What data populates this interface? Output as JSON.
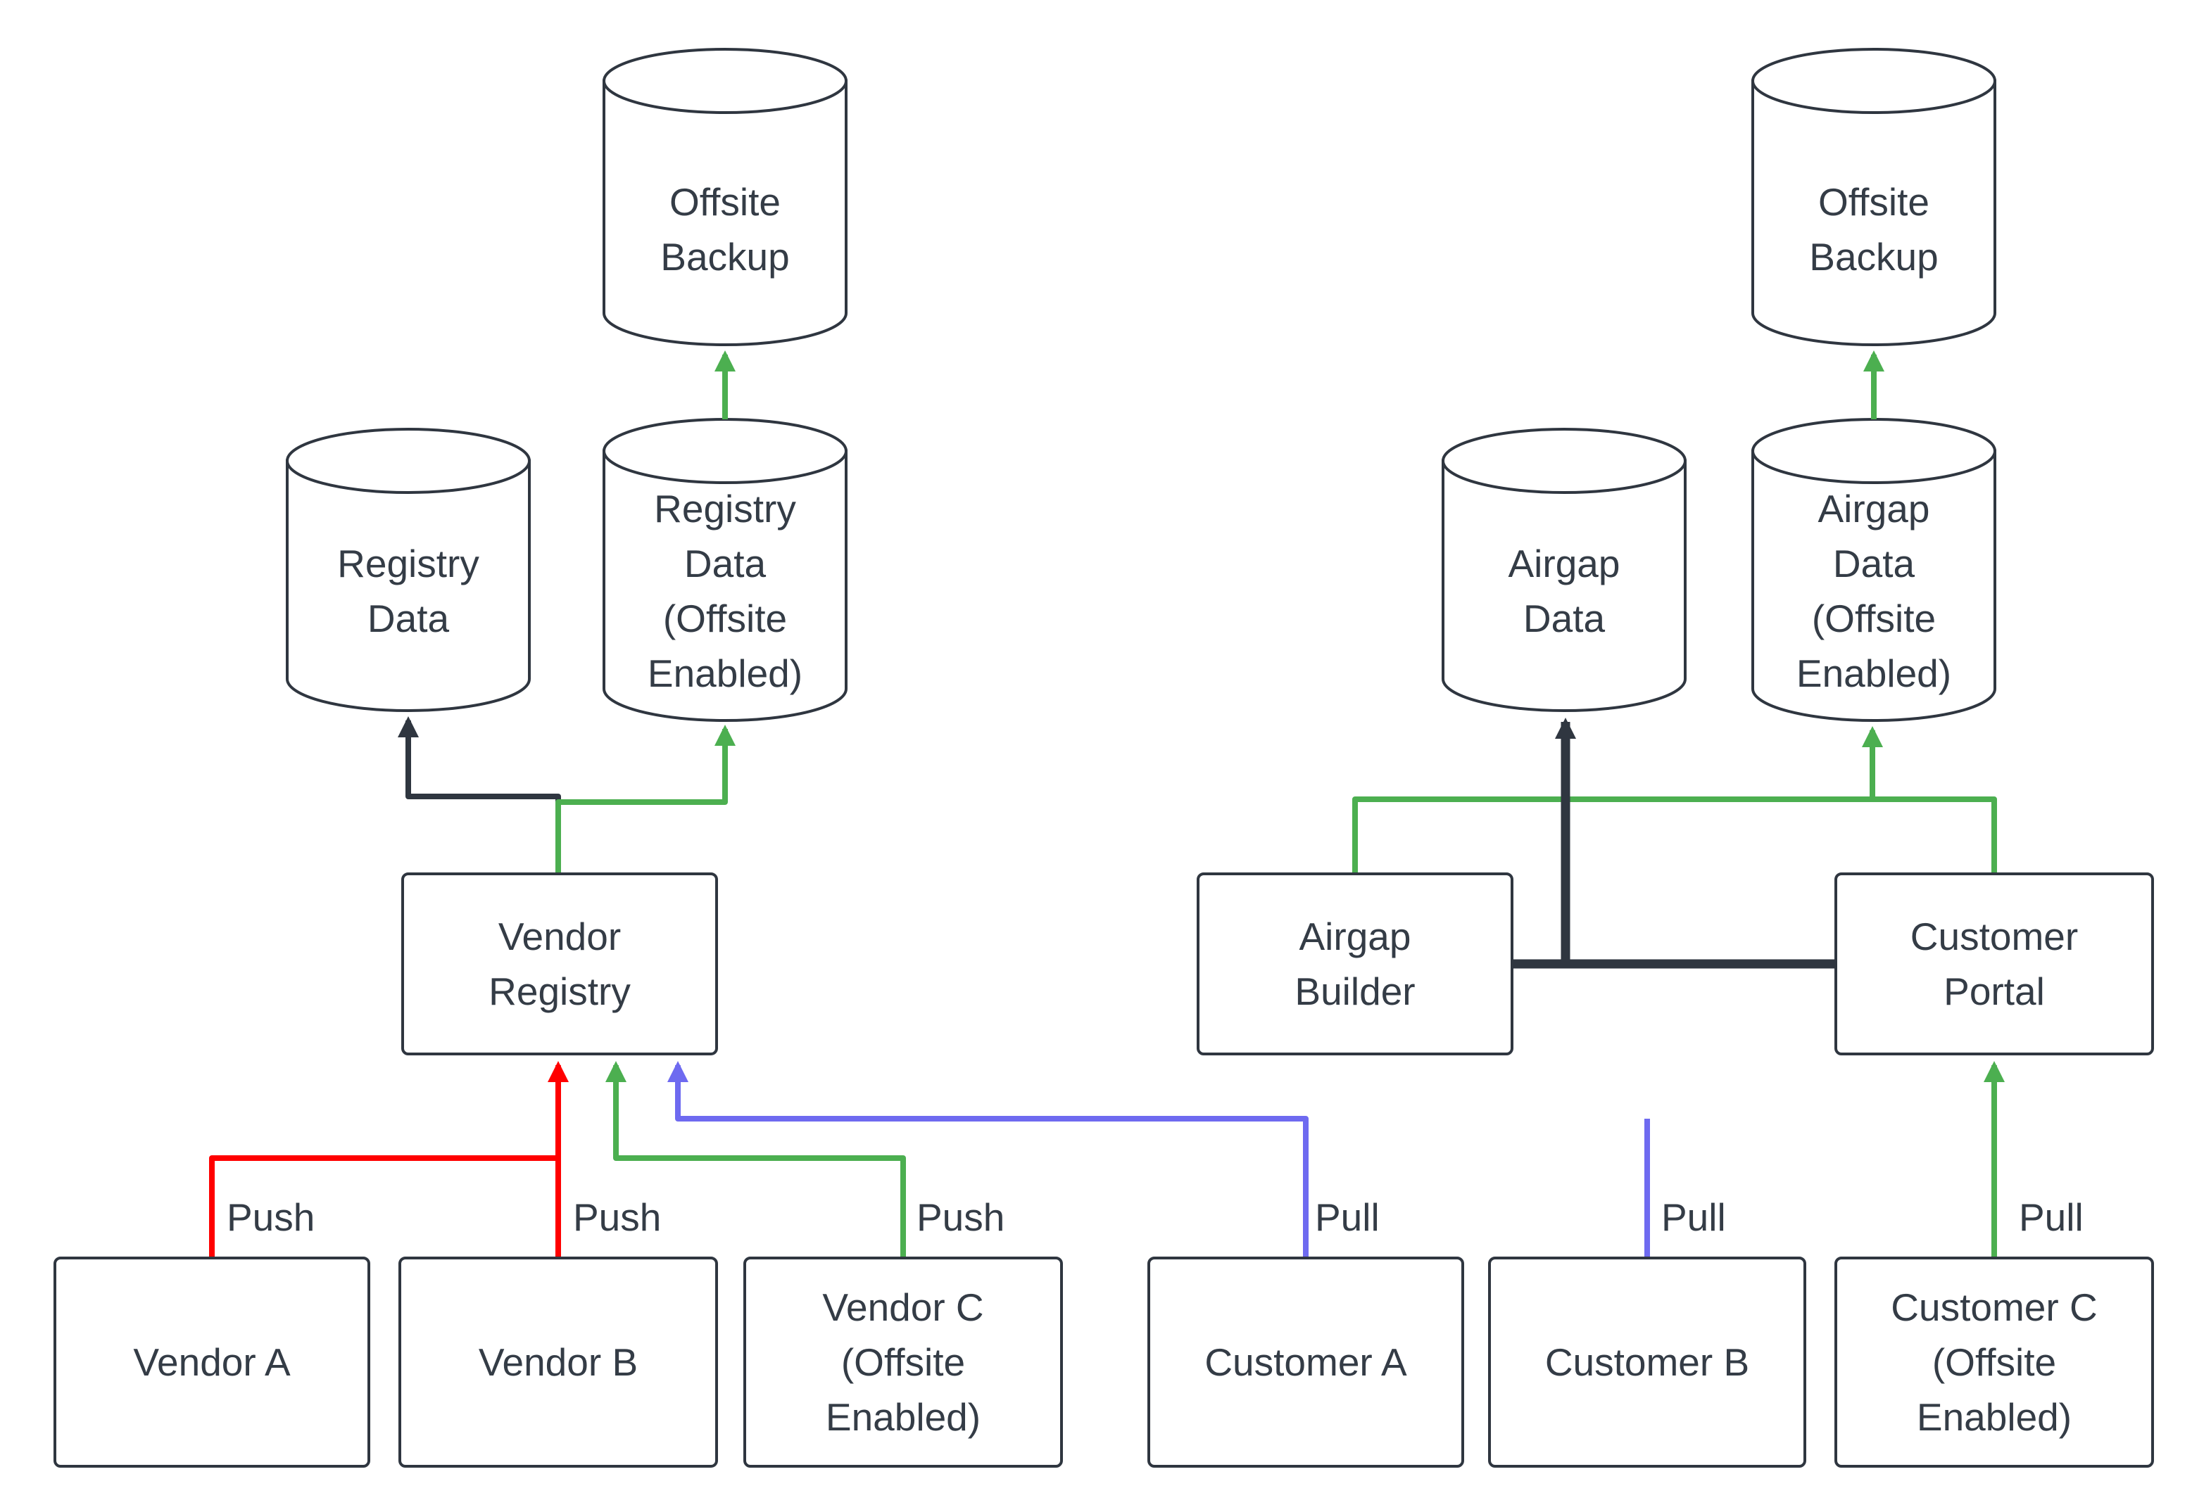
{
  "diagram": {
    "background": "#ffffff",
    "colors": {
      "stroke": "#2f3640",
      "text": "#343c46",
      "red": "#ff0000",
      "green": "#4caf50",
      "blue": "#6e6af0"
    },
    "cylinders": [
      {
        "id": "offsite-backup-left",
        "label": "Offsite\nBackup"
      },
      {
        "id": "registry-data",
        "label": "Registry\nData"
      },
      {
        "id": "registry-data-offsite",
        "label": "Registry\nData\n(Offsite\nEnabled)"
      },
      {
        "id": "airgap-data",
        "label": "Airgap\nData"
      },
      {
        "id": "airgap-data-offsite",
        "label": "Airgap\nData\n(Offsite\nEnabled)"
      },
      {
        "id": "offsite-backup-right",
        "label": "Offsite\nBackup"
      }
    ],
    "boxes": [
      {
        "id": "vendor-registry",
        "label": "Vendor\nRegistry"
      },
      {
        "id": "airgap-builder",
        "label": "Airgap\nBuilder"
      },
      {
        "id": "customer-portal",
        "label": "Customer\nPortal"
      },
      {
        "id": "vendor-a",
        "label": "Vendor A"
      },
      {
        "id": "vendor-b",
        "label": "Vendor B"
      },
      {
        "id": "vendor-c",
        "label": "Vendor C\n(Offsite\nEnabled)"
      },
      {
        "id": "customer-a",
        "label": "Customer A"
      },
      {
        "id": "customer-b",
        "label": "Customer B"
      },
      {
        "id": "customer-c",
        "label": "Customer C\n(Offsite\nEnabled)"
      }
    ],
    "edge_labels": [
      {
        "id": "push-vendor-a",
        "label": "Push"
      },
      {
        "id": "push-vendor-b",
        "label": "Push"
      },
      {
        "id": "push-vendor-c",
        "label": "Push"
      },
      {
        "id": "pull-customer-a",
        "label": "Pull"
      },
      {
        "id": "pull-customer-b",
        "label": "Pull"
      },
      {
        "id": "pull-customer-c",
        "label": "Pull"
      }
    ]
  }
}
